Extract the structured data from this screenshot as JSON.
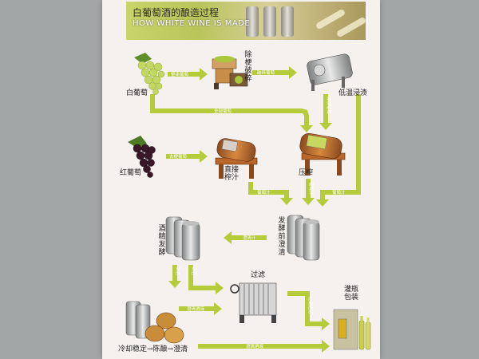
{
  "banner": {
    "title_cn": "白葡萄酒的酿造过程",
    "title_en": "HOW WHITE WINE IS MADE"
  },
  "nodes": {
    "white_grapes": "白葡萄",
    "destem_crush": "除梗破碎",
    "cold_maceration": "低温浸渍",
    "red_grapes": "红葡萄",
    "direct_press": "直接榨汁",
    "press": "压榨",
    "fermentation": "酒精发酵",
    "pre_ferm_clarify": "发酵前澄清",
    "filtration": "过滤",
    "bottling": "灌瓶包装",
    "cold_stabilize": "冷却稳定→陈酿→澄清"
  },
  "arrows": {
    "a1": "整串葡萄",
    "a2": "破碎葡萄",
    "a3": "全部葡萄",
    "a4": "浸渍葡萄",
    "a5": "去梗葡萄",
    "a6": "葡萄汁",
    "a7": "葡萄汁",
    "a8": "葡萄汁",
    "a9": "澄清汁",
    "a10": "新酒",
    "a11": "新酒",
    "a12": "澄清酒液",
    "a13": "过滤酒液",
    "a14": "澄清酒液"
  },
  "colors": {
    "arrow": "#b5cc3a",
    "arrow_dark": "#9db52c",
    "poster_bg": "#f4f1ee",
    "page_bg": "#a3a6a6"
  }
}
